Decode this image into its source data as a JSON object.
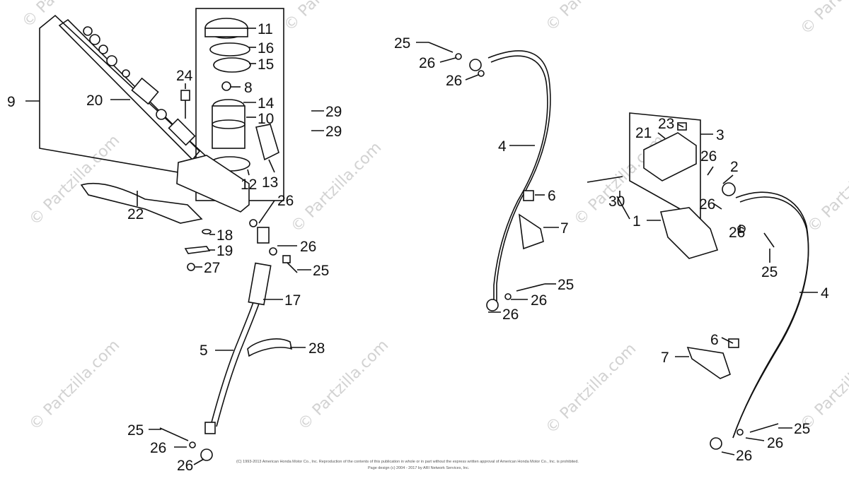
{
  "watermark": "© Partzilla.com",
  "callouts": [
    {
      "id": "c9",
      "text": "9"
    },
    {
      "id": "c20",
      "text": "20"
    },
    {
      "id": "c24",
      "text": "24"
    },
    {
      "id": "c11",
      "text": "11"
    },
    {
      "id": "c16",
      "text": "16"
    },
    {
      "id": "c15",
      "text": "15"
    },
    {
      "id": "c8",
      "text": "8"
    },
    {
      "id": "c14",
      "text": "14"
    },
    {
      "id": "c10",
      "text": "10"
    },
    {
      "id": "c29a",
      "text": "29"
    },
    {
      "id": "c29b",
      "text": "29"
    },
    {
      "id": "c12",
      "text": "12"
    },
    {
      "id": "c13",
      "text": "13"
    },
    {
      "id": "c22",
      "text": "22"
    },
    {
      "id": "c26a",
      "text": "26"
    },
    {
      "id": "c18",
      "text": "18"
    },
    {
      "id": "c19",
      "text": "19"
    },
    {
      "id": "c26b",
      "text": "26"
    },
    {
      "id": "c27",
      "text": "27"
    },
    {
      "id": "c25a",
      "text": "25"
    },
    {
      "id": "c17",
      "text": "17"
    },
    {
      "id": "c5",
      "text": "5"
    },
    {
      "id": "c28",
      "text": "28"
    },
    {
      "id": "c25b",
      "text": "25"
    },
    {
      "id": "c26c",
      "text": "26"
    },
    {
      "id": "c26d",
      "text": "26"
    },
    {
      "id": "c25c",
      "text": "25"
    },
    {
      "id": "c26e",
      "text": "26"
    },
    {
      "id": "c26f",
      "text": "26"
    },
    {
      "id": "c4a",
      "text": "4"
    },
    {
      "id": "c6a",
      "text": "6"
    },
    {
      "id": "c7a",
      "text": "7"
    },
    {
      "id": "c25d",
      "text": "25"
    },
    {
      "id": "c26g",
      "text": "26"
    },
    {
      "id": "c26h",
      "text": "26"
    },
    {
      "id": "c23",
      "text": "23"
    },
    {
      "id": "c21",
      "text": "21"
    },
    {
      "id": "c3",
      "text": "3"
    },
    {
      "id": "c26i",
      "text": "26"
    },
    {
      "id": "c2",
      "text": "2"
    },
    {
      "id": "c30",
      "text": "30"
    },
    {
      "id": "c1",
      "text": "1"
    },
    {
      "id": "c26j",
      "text": "26"
    },
    {
      "id": "c26k",
      "text": "26"
    },
    {
      "id": "c25e",
      "text": "25"
    },
    {
      "id": "c4b",
      "text": "4"
    },
    {
      "id": "c6b",
      "text": "6"
    },
    {
      "id": "c7b",
      "text": "7"
    },
    {
      "id": "c25f",
      "text": "25"
    },
    {
      "id": "c26l",
      "text": "26"
    },
    {
      "id": "c26m",
      "text": "26"
    }
  ],
  "footer": {
    "line1": "(C) 1993-2013 American Honda Motor Co., Inc. Reproduction of the contents of this publication in whole or in part without the express written approval of American Honda Motor Co., Inc. is prohibited.",
    "line2": "Page design (c) 2004 - 2017 by ARI Network Services, Inc."
  }
}
